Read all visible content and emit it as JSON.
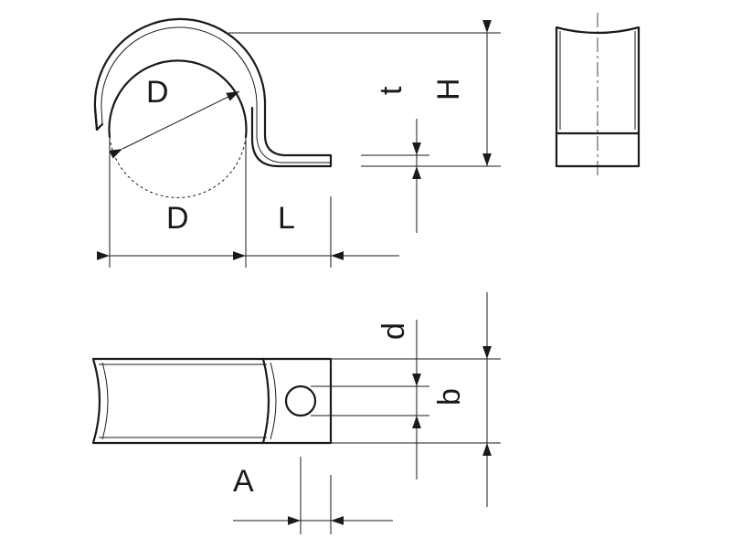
{
  "labels": {
    "diameter_top": "D",
    "diameter_bottom": "D",
    "length": "L",
    "thickness": "t",
    "height": "H",
    "hole": "d",
    "width": "b",
    "offset": "A"
  }
}
